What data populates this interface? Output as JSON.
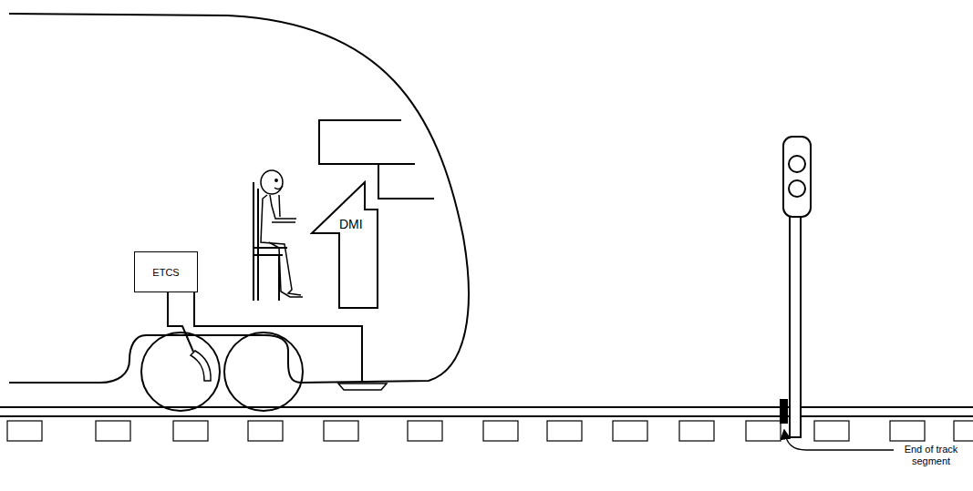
{
  "diagram": {
    "nodes": [
      {
        "text": [
          "ETCS"
        ]
      },
      {
        "text": [
          "DMI"
        ]
      }
    ],
    "labels": [
      "End of track segment"
    ]
  }
}
